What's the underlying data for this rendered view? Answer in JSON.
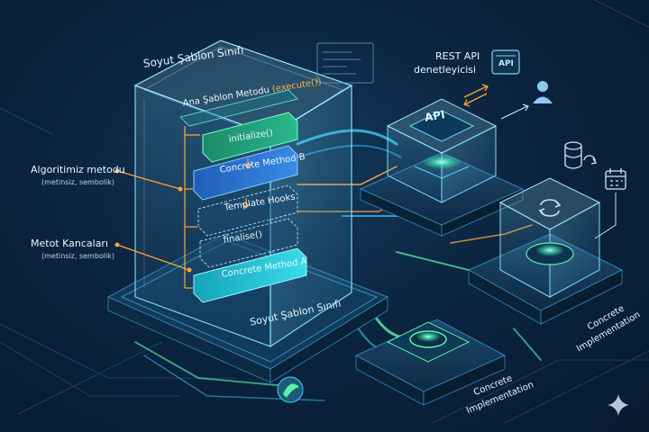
{
  "tower": {
    "top_label": "Soyut Şablon Sınıfı",
    "main_label_prefix": "Ana Şablon Metodu",
    "main_label_method": "(execute())",
    "steps": [
      "initialize()",
      "Concrete Method B",
      "Template Hooks",
      "finalise()",
      "Concrete Method A"
    ],
    "base_label": "Soyut Şablon Sınıfı"
  },
  "left_labels": [
    {
      "title": "Algoritimiz metodu",
      "sub": "(metinsiz, sembolik)"
    },
    {
      "title": "Metot Kancaları",
      "sub": "(metinsiz, sembolik)"
    }
  ],
  "api": {
    "controller_line1": "REST API",
    "controller_line2": "denetleyicisi",
    "cube_text": "API",
    "icon_text": "API"
  },
  "implementations": [
    {
      "line1": "Concrete",
      "line2": "Implementation"
    },
    {
      "line1": "Concrete",
      "line2": "Implementation"
    }
  ],
  "colors": {
    "accent_cyan": "#38e0ff",
    "accent_green": "#5cf0a6",
    "accent_orange": "#ffa63a",
    "background": "#0b2440"
  },
  "icons": [
    "api-icon",
    "user-icon",
    "database-sync-icon",
    "calendar-icon",
    "sync-icon",
    "brand-logo-icon",
    "sparkle-icon"
  ]
}
